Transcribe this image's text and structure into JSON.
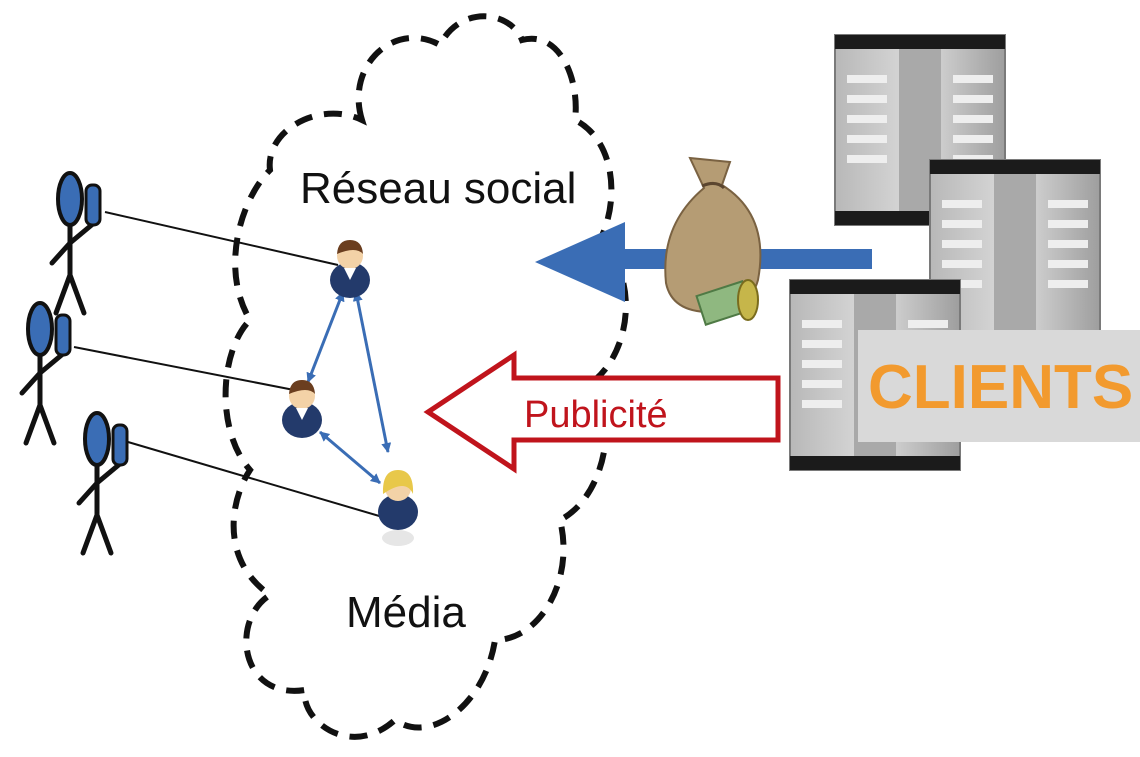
{
  "diagram": {
    "cloud_label": "Réseau social",
    "media_label": "Média",
    "ad_label": "Publicité",
    "clients_label": "CLIENTS"
  },
  "colors": {
    "ad_arrow": "#c0141c",
    "money_arrow": "#3a6db5",
    "clients_text": "#f29a2e",
    "clients_box": "#d9d9d9",
    "node_arrows": "#3a6db5",
    "stick_figure": "#111111",
    "binoculars": "#3a6db5"
  },
  "icons": {
    "money": "money-bag-icon",
    "servers": "server-icon",
    "people": "user-icon",
    "observers": "observer-icon"
  }
}
